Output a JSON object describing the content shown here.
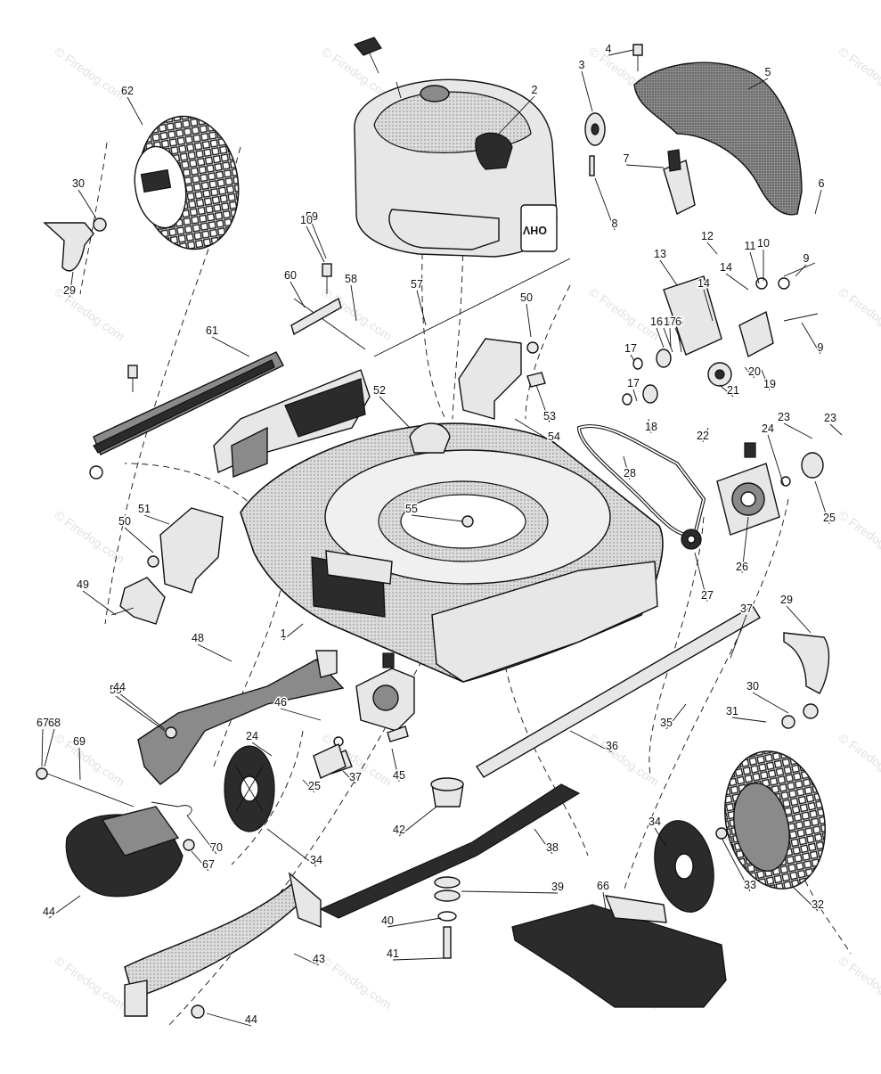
{
  "watermark": "© Firedog.com",
  "labels": [
    "1",
    "2",
    "3",
    "4",
    "5",
    "6",
    "7",
    "8",
    "9",
    "10",
    "11",
    "12",
    "13",
    "14",
    "15",
    "16",
    "17",
    "18",
    "19",
    "20",
    "21",
    "22",
    "23",
    "24",
    "25",
    "26",
    "27",
    "28",
    "29",
    "30",
    "31",
    "32",
    "33",
    "34",
    "35",
    "36",
    "37",
    "38",
    "39",
    "40",
    "41",
    "42",
    "43",
    "44",
    "45",
    "46",
    "48",
    "49",
    "50",
    "51",
    "52",
    "53",
    "54",
    "55",
    "57",
    "58",
    "59",
    "60",
    "61",
    "62",
    "66",
    "67",
    "68",
    "69",
    "70",
    "44",
    "59",
    "10",
    "14",
    "15",
    "16",
    "17",
    "9",
    "17",
    "25",
    "24",
    "23",
    "34",
    "29",
    "30",
    "50",
    "37",
    "44",
    "67"
  ]
}
